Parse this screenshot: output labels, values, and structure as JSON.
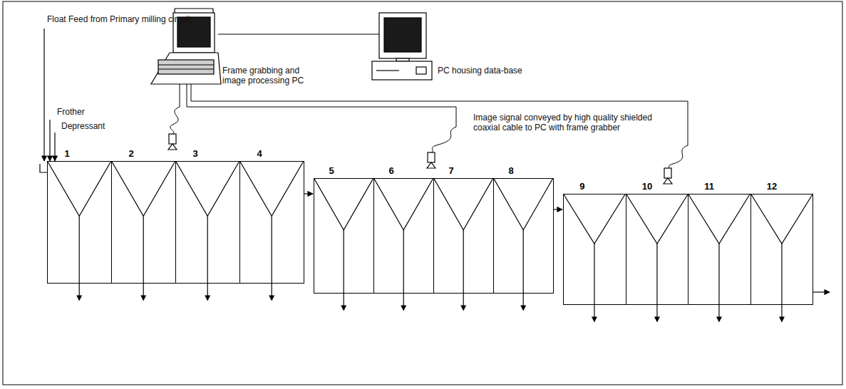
{
  "diagram": {
    "nodes": [
      {
        "text": [
          "1"
        ]
      },
      {
        "text": [
          "2"
        ]
      },
      {
        "text": [
          "3"
        ]
      },
      {
        "text": [
          "4"
        ]
      },
      {
        "text": [
          "5"
        ]
      },
      {
        "text": [
          "6"
        ]
      },
      {
        "text": [
          "7"
        ]
      },
      {
        "text": [
          "8"
        ]
      },
      {
        "text": [
          "9"
        ]
      },
      {
        "text": [
          "10"
        ]
      },
      {
        "text": [
          "11"
        ]
      },
      {
        "text": [
          "12"
        ]
      }
    ],
    "edges": [
      {
        "from": 3,
        "to": 4,
        "arrow": "to"
      },
      {
        "from": 7,
        "to": 8,
        "arrow": "to"
      }
    ],
    "labels": [
      "Float Feed from Primary milling circuit",
      "Frother",
      "Depressant",
      "Frame grabbing and image processing PC",
      "PC housing data-base",
      "Image signal conveyed by high quality shielded coaxial cable to PC with frame grabber"
    ]
  }
}
